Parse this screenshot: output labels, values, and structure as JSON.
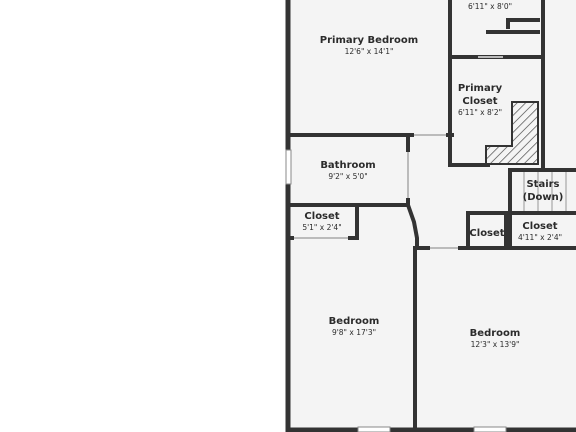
{
  "floorplan": {
    "colors": {
      "wall": "#333333",
      "floor": "#f4f4f4",
      "background": "#ffffff",
      "stair_hatch": "#444444"
    },
    "rooms": [
      {
        "id": "top-room",
        "name": "",
        "dims": "6'11\" x 8'0\""
      },
      {
        "id": "primary-bedroom",
        "name": "Primary Bedroom",
        "dims": "12'6\" x 14'1\""
      },
      {
        "id": "primary-closet",
        "name": "Primary Closet",
        "name_lines": [
          "Primary",
          "Closet"
        ],
        "dims": "6'11\" x 8'2\""
      },
      {
        "id": "bathroom",
        "name": "Bathroom",
        "dims": "9'2\" x 5'0\""
      },
      {
        "id": "stairs",
        "name": "Stairs (Down)",
        "name_lines": [
          "Stairs",
          "(Down)"
        ],
        "dims": ""
      },
      {
        "id": "closet-left",
        "name": "Closet",
        "dims": "5'1\" x 2'4\""
      },
      {
        "id": "closet-middle",
        "name": "Closet",
        "dims": ""
      },
      {
        "id": "closet-right",
        "name": "Closet",
        "dims": "4'11\" x 2'4\""
      },
      {
        "id": "bedroom-left",
        "name": "Bedroom",
        "dims": "9'8\" x 17'3\""
      },
      {
        "id": "bedroom-right",
        "name": "Bedroom",
        "dims": "12'3\" x 13'9\""
      }
    ]
  }
}
